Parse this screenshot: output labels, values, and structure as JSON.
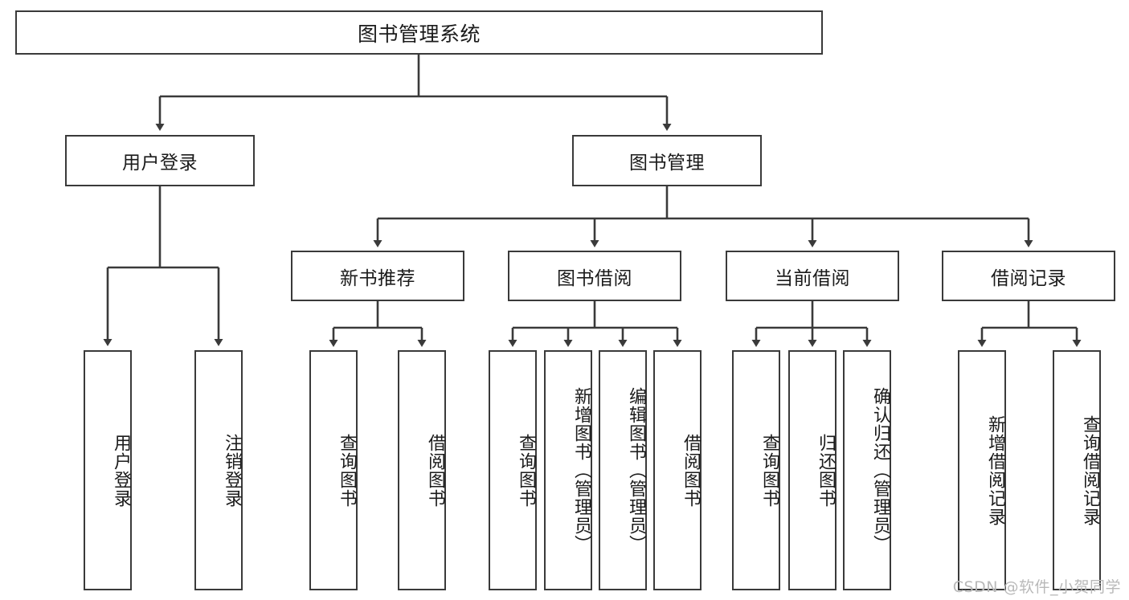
{
  "diagram": {
    "kind": "tree-hierarchy",
    "title": "图书管理系统",
    "watermark": "CSDN @软件_小贺同学",
    "colors": {
      "stroke": "#3a3a3a",
      "fill": "#ffffff",
      "text": "#1b1b1b",
      "watermark": "#b9b9b9"
    },
    "root": {
      "label": "图书管理系统"
    },
    "level2": [
      {
        "label": "用户登录"
      },
      {
        "label": "图书管理"
      }
    ],
    "level3": [
      {
        "label": "新书推荐"
      },
      {
        "label": "图书借阅"
      },
      {
        "label": "当前借阅"
      },
      {
        "label": "借阅记录"
      }
    ],
    "leaves": {
      "user_login": [
        {
          "label": "用户登录"
        },
        {
          "label": "注销登录"
        }
      ],
      "new_book": [
        {
          "label": "查询图书"
        },
        {
          "label": "借阅图书"
        }
      ],
      "book_borrow": [
        {
          "label": "查询图书"
        },
        {
          "label": "新增图书（管理员）"
        },
        {
          "label": "编辑图书（管理员）"
        },
        {
          "label": "借阅图书"
        }
      ],
      "current_borrow": [
        {
          "label": "查询图书"
        },
        {
          "label": "归还图书"
        },
        {
          "label": "确认归还（管理员）"
        }
      ],
      "borrow_record": [
        {
          "label": "新增借阅记录"
        },
        {
          "label": "查询借阅记录"
        }
      ]
    }
  }
}
